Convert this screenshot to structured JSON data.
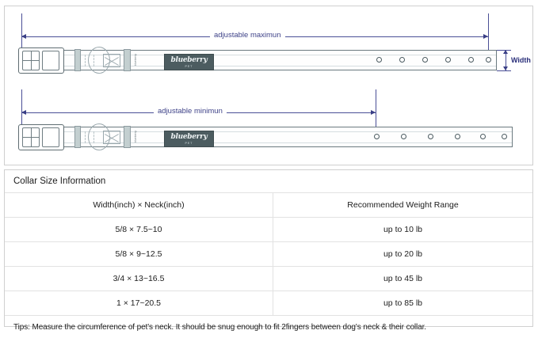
{
  "diagram": {
    "max_label": "adjustable maximun",
    "min_label": "adjustable minimun",
    "width_label": "Width",
    "brand": {
      "name": "blueberry",
      "sub": "PET"
    },
    "keeper_text": "blueberry",
    "max_holes": 6,
    "min_holes": 6,
    "colors": {
      "dimension_blue": "#3e4288",
      "strap_outline": "#6b7a80",
      "patch": "#4c5c60",
      "keeper": "#c3cfd0"
    }
  },
  "table": {
    "title": "Collar Size Information",
    "headers": [
      "Width(inch)  ×  Neck(inch)",
      "Recommended Weight Range"
    ],
    "rows": [
      [
        "5/8 × 7.5~10",
        "up to 10 lb"
      ],
      [
        "5/8 × 9~12.5",
        "up to 20 lb"
      ],
      [
        "3/4 × 13~16.5",
        "up to 45 lb"
      ],
      [
        "1 × 17~20.5",
        "up to 85 lb"
      ]
    ],
    "tips": "Tips: Measure the circumference of pet's neck. It should be snug enough to fit 2fingers between dog's neck & their collar."
  }
}
